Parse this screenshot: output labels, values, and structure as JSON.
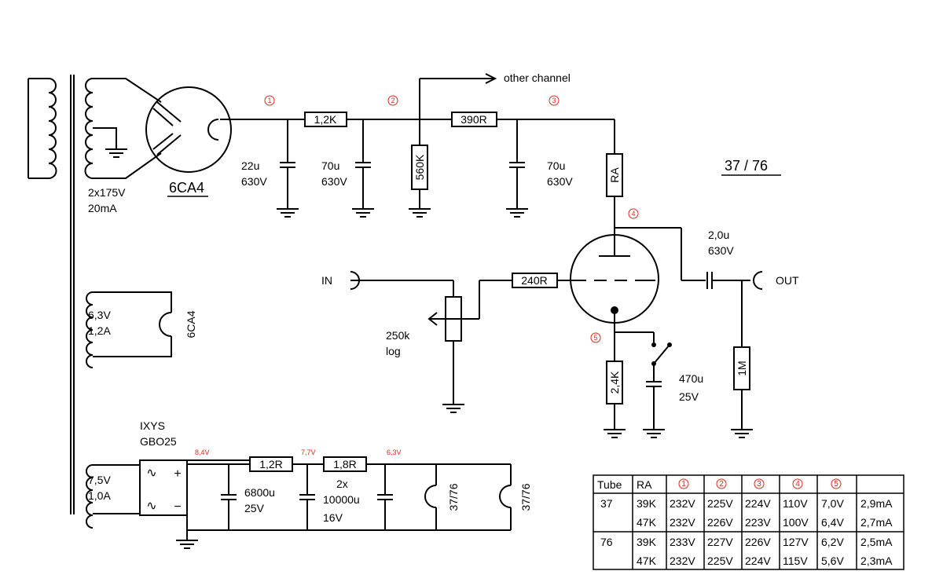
{
  "title": "37 / 76",
  "rectifier_tube": "6CA4",
  "transformer": {
    "hv_winding": [
      "2x175V",
      "20mA"
    ],
    "heater_rect": [
      "6,3V",
      "1,2A"
    ],
    "heater_rect_load": "6CA4",
    "heater_amp": [
      "7,5V",
      "1,0A"
    ]
  },
  "bridge": [
    "IXYS",
    "GBO25"
  ],
  "bridge_symbols": {
    "plus": "+",
    "minus": "−",
    "ac": "∿"
  },
  "psu": {
    "r1": "1,2K",
    "r2": "390R",
    "bleeder": "560K",
    "c1": [
      "22u",
      "630V"
    ],
    "c2": [
      "70u",
      "630V"
    ],
    "c3": [
      "70u",
      "630V"
    ],
    "other_channel": "other channel"
  },
  "nodes": {
    "n1": "1",
    "n2": "2",
    "n3": "3",
    "n4": "4",
    "n5": "5"
  },
  "amp": {
    "ra": "RA",
    "grid_stopper": "240R",
    "pot": [
      "250k",
      "log"
    ],
    "cathode_r": "2,4K",
    "cathode_c": [
      "470u",
      "25V"
    ],
    "coupling_c": [
      "2,0u",
      "630V"
    ],
    "out_r": "1M",
    "in_label": "IN",
    "out_label": "OUT"
  },
  "heater_supply": {
    "v1": "8,4V",
    "v2": "7,7V",
    "v3": "6,3V",
    "r1": "1,8R",
    "r_first": "1,2R",
    "c1": [
      "6800u",
      "25V"
    ],
    "c2": [
      "2x",
      "10000u",
      "16V"
    ],
    "load1": "37/76",
    "load2": "37/76"
  },
  "table": {
    "headers": [
      "Tube",
      "RA",
      "1",
      "2",
      "3",
      "4",
      "5",
      ""
    ],
    "rows": [
      [
        "37",
        "39K",
        "232V",
        "225V",
        "224V",
        "110V",
        "7,0V",
        "2,9mA"
      ],
      [
        "",
        "47K",
        "232V",
        "226V",
        "223V",
        "100V",
        "6,4V",
        "2,7mA"
      ],
      [
        "76",
        "39K",
        "233V",
        "227V",
        "226V",
        "127V",
        "6,2V",
        "2,5mA"
      ],
      [
        "",
        "47K",
        "232V",
        "225V",
        "224V",
        "115V",
        "5,6V",
        "2,3mA"
      ]
    ]
  }
}
